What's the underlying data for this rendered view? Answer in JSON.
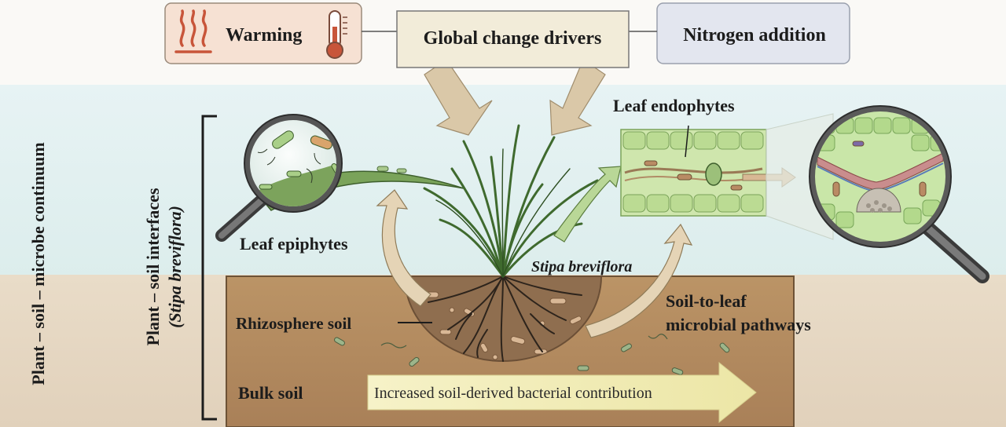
{
  "drivers": {
    "center": "Global change drivers",
    "left": "Warming",
    "right": "Nitrogen addition"
  },
  "side_labels": {
    "outer": "Plant – soil – microbe continuum",
    "inner_line1": "Plant – soil interfaces",
    "inner_line2": "(Stipa breviflora)"
  },
  "labels": {
    "leaf_epiphytes": "Leaf epiphytes",
    "leaf_endophytes": "Leaf endophytes",
    "plant_name": "Stipa breviflora",
    "rhizosphere": "Rhizosphere soil",
    "pathway_line1": "Soil-to-leaf",
    "pathway_line2": "microbial pathways",
    "bulk_soil": "Bulk soil",
    "contribution": "Increased soil-derived bacterial contribution"
  },
  "colors": {
    "warming_box": "#f6e1d3",
    "nitrogen_box": "#e3e6ef",
    "center_box": "#f2ecd9",
    "upper_band": "#dff0f1",
    "lower_band": "#e5d7c4",
    "soil": "#b48a5f",
    "rhizosphere": "#8b6a4c",
    "grass": "#4f7d3e",
    "leaf_tissue": "#b6d88d",
    "arrow_tan": "#d8c6a4",
    "contribution_arrow": "#f1ecb4"
  },
  "icons": [
    "heat-waves-icon",
    "thermometer-icon",
    "magnifier-epiphytes-icon",
    "magnifier-endophytes-icon"
  ]
}
